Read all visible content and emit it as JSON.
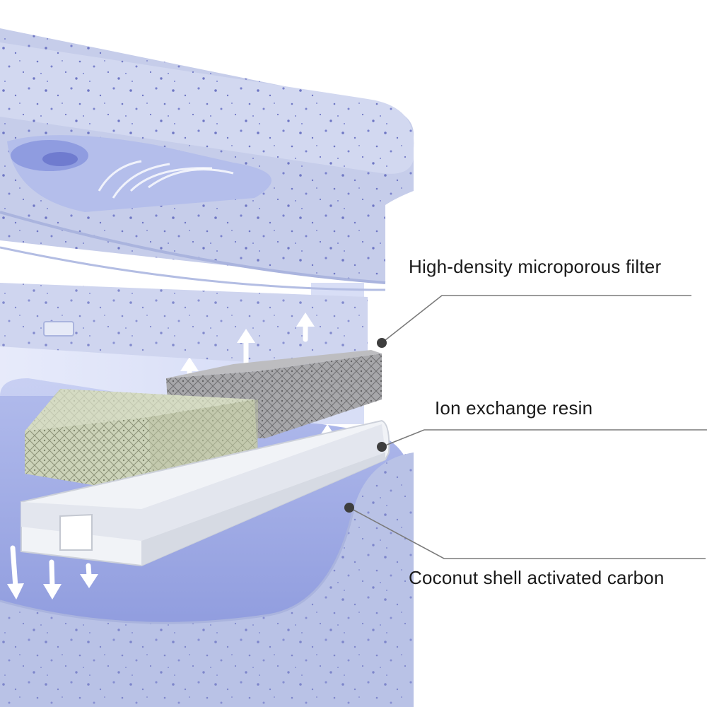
{
  "labels": {
    "microporous_filter": "High-density microporous filter",
    "ion_exchange_resin": "Ion exchange resin",
    "activated_carbon": "Coconut shell activated carbon"
  },
  "colors": {
    "housing": "#c3cbe8",
    "housing_shade": "#aab4de",
    "speckle": "#6f77c4",
    "water_blue": "#8f9ce0",
    "green_filter": "#c9d1b6",
    "grey_filter": "#a4a4a6",
    "tray": "#eceef3",
    "leader_line": "#7a7a7a",
    "label_text": "#1a1a1a"
  },
  "icons": [
    "upward-flow-arrow-icon",
    "downward-flow-arrow-icon"
  ]
}
